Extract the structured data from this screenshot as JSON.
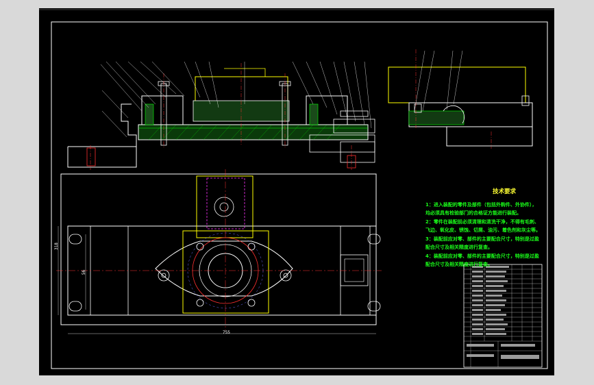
{
  "drawing": {
    "tech_requirements": {
      "title": "技术要求",
      "lines": [
        "1：进入装配的零件及部件（包括外购件、外协件），",
        "均必须具有检验部门的合格证方能进行装配。",
        "2：零件在装配前必须清理和清洗干净，不得有毛刺、",
        "飞边、氧化皮、锈蚀、切屑、油污、着色剂和灰尘等。",
        "3：装配前应对零、部件的主要配合尺寸，特别是过盈",
        "配合尺寸及相关精度进行复查。",
        "4：装配前应对零、部件的主要配合尺寸，特别是过盈",
        "配合尺寸及相关精度进行复查。"
      ]
    },
    "dimensions": {
      "total_length": "755",
      "height_left": "318",
      "height_inner": "56"
    },
    "colors": {
      "background": "#000000",
      "frame": "#ffffff",
      "part_outline": "#ffffff",
      "yellow_part": "#ffff00",
      "green_hatch": "#00ff00",
      "center_line": "#ff3030",
      "magenta": "#ff33ff",
      "cyan": "#00ffff",
      "blue": "#6a6aff"
    }
  }
}
